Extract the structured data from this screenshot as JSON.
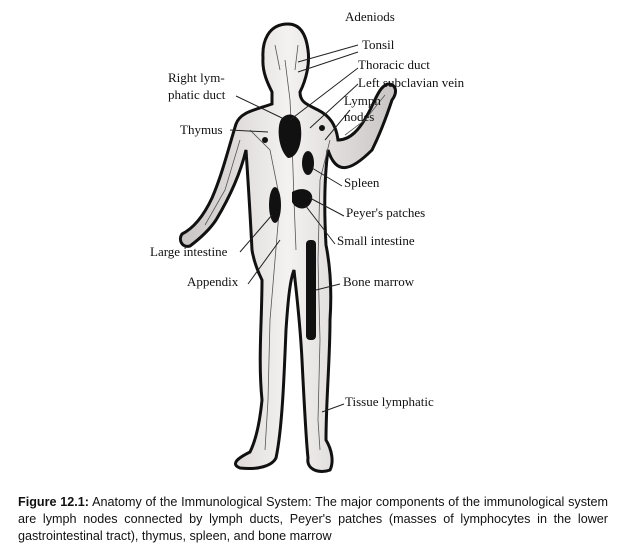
{
  "labels": {
    "adenoids": "Adeniods",
    "tonsil": "Tonsil",
    "thoracic_duct": "Thoracic duct",
    "left_subclavian_vein": "Left subclavian vein",
    "right_lymphatic_duct_1": "Right lym-",
    "right_lymphatic_duct_2": "phatic duct",
    "lymph_nodes_1": "Lymph",
    "lymph_nodes_2": "nodes",
    "thymus": "Thymus",
    "spleen": "Spleen",
    "peyers_patches": "Peyer's patches",
    "small_intestine": "Small intestine",
    "large_intestine": "Large intestine",
    "appendix": "Appendix",
    "bone_marrow": "Bone marrow",
    "tissue_lymphatic": "Tissue lymphatic"
  },
  "caption": {
    "figure": "Figure 12.1:",
    "text": "Anatomy of the Immunological System: The major components of the immunological system are lymph nodes connected by lymph ducts, Peyer's patches (masses of lymphocytes in the lower gastrointestinal tract), thymus, spleen, and bone marrow"
  }
}
